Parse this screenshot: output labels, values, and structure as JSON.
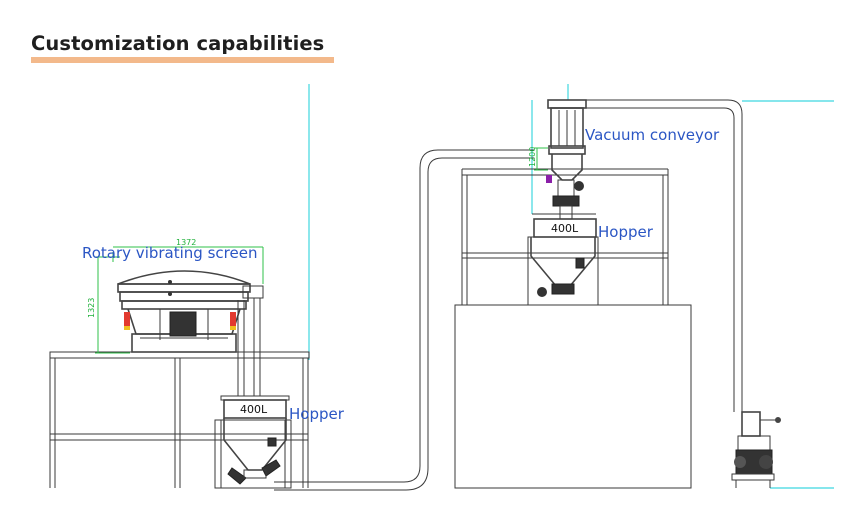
{
  "header": {
    "title": "Customization capabilities"
  },
  "labels": {
    "rotary_screen": "Rotary vibrating screen",
    "hopper_left": "Hopper",
    "hopper_right": "Hopper",
    "vacuum_conveyor": "Vacuum conveyor",
    "hopper_left_capacity": "400L",
    "hopper_right_capacity": "400L",
    "dim_screen_height": "1323",
    "dim_screen_top": "1372",
    "dim_conveyor": "1200"
  },
  "colors": {
    "heading_underline": "#f3b98b",
    "label_blue": "#2b56c4",
    "guide_cyan": "#3fd7e0",
    "dimension_green": "#22b13c",
    "valve_red": "#e23a2f",
    "valve_yellow": "#f0c020",
    "valve_purple": "#8a1fa8"
  }
}
